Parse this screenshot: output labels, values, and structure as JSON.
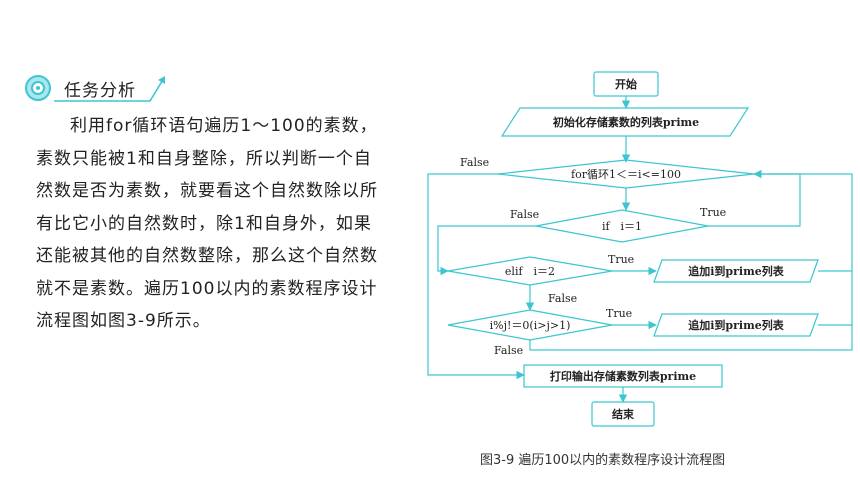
{
  "section": {
    "heading": "任务分析",
    "paragraph": "利用for循环语句遍历1～100的素数，素数只能被1和自身整除，所以判断一个自然数是否为素数，就要看这个自然数除以所有比它小的自然数时，除1和自身外，如果还能被其他的自然数整除，那么这个自然数就不是素数。遍历100以内的素数程序设计流程图如图3-9所示。"
  },
  "flowchart": {
    "start": "开始",
    "init": "初始化存储素数的列表prime",
    "loop": "for循环1＜＝i<=100",
    "cond_if": "if　i＝1",
    "cond_elif": "elif　i＝2",
    "cond_mod": "i%j!＝0(i>j>1)",
    "append1": "追加i到prime列表",
    "append2": "追加i到prime列表",
    "print": "打印输出存储素数列表prime",
    "end": "结束",
    "label_false_loop": "False",
    "label_false_if": "False",
    "label_true_if": "True",
    "label_true_elif": "True",
    "label_false_elif": "False",
    "label_true_mod": "True",
    "label_false_mod": "False"
  },
  "caption": "图3-9  遍历100以内的素数程序设计流程图",
  "colors": {
    "line": "#3cc6cf",
    "text": "#222222"
  }
}
